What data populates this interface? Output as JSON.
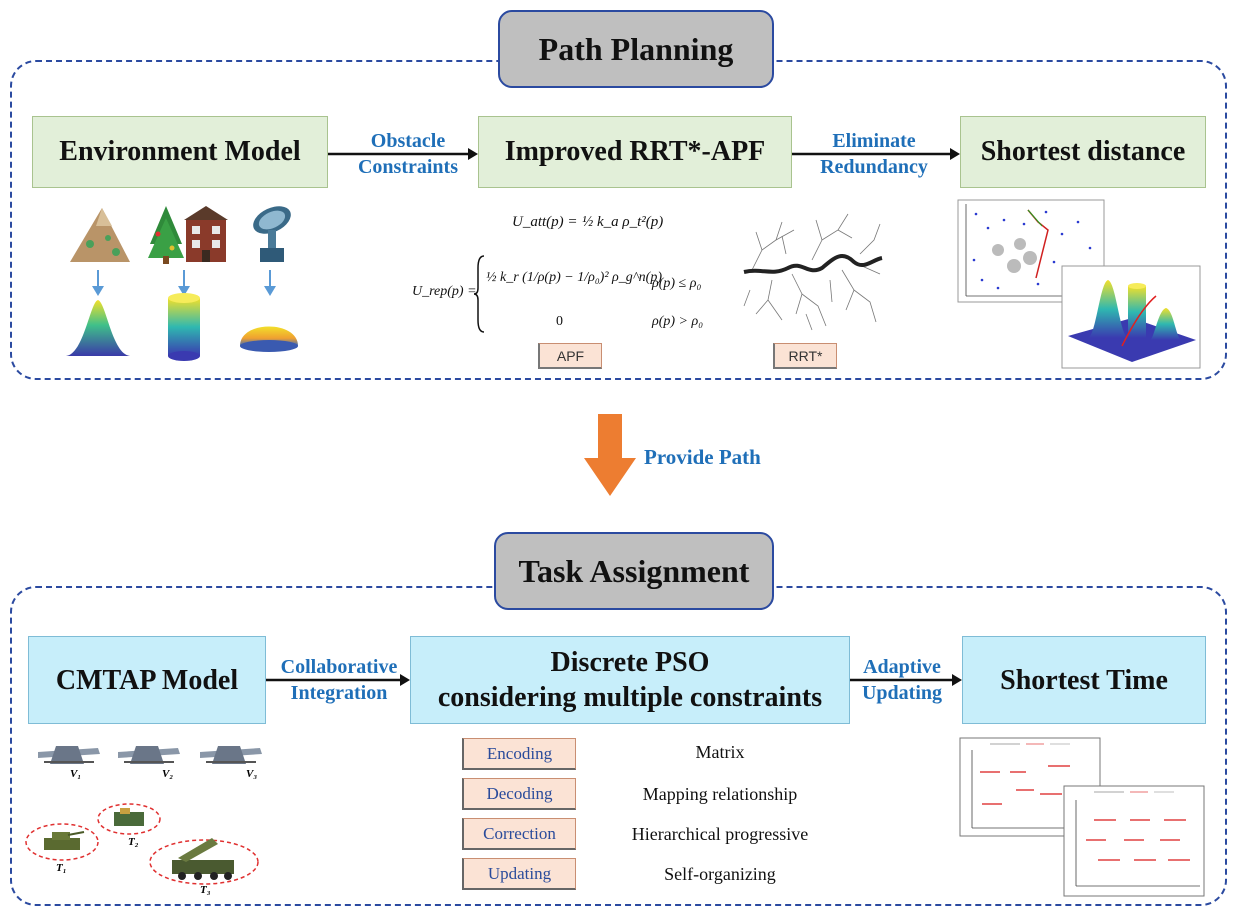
{
  "path_planning": {
    "title": "Path Planning",
    "boxes": {
      "environment": "Environment Model",
      "rrt_apf": "Improved RRT*-APF",
      "shortest_distance": "Shortest distance"
    },
    "arrows": {
      "obstacle": "Obstacle\nConstraints",
      "eliminate": "Eliminate\nRedundancy"
    },
    "tags": {
      "apf": "APF",
      "rrt": "RRT*"
    },
    "equations": {
      "att_lhs": "U_att(p) = ",
      "att_rhs": "½ k_a ρ_t²(p)",
      "rep_lhs": "U_rep(p) = ",
      "rep_case1": "½ k_r (1/ρ(p) − 1/ρ₀)² ρ_g^n(p)",
      "rep_cond1": "ρ(p) ≤ ρ₀",
      "rep_case2": "0",
      "rep_cond2": "ρ(p) > ρ₀"
    }
  },
  "middle": {
    "provide_path": "Provide Path"
  },
  "task_assignment": {
    "title": "Task Assignment",
    "boxes": {
      "cmtap": "CMTAP Model",
      "pso_line1": "Discrete PSO",
      "pso_line2": "considering multiple constraints",
      "shortest_time": "Shortest Time"
    },
    "arrows": {
      "collaborative": "Collaborative\nIntegration",
      "adaptive": "Adaptive\nUpdating"
    },
    "steps": [
      {
        "label": "Encoding",
        "desc": "Matrix"
      },
      {
        "label": "Decoding",
        "desc": "Mapping relationship"
      },
      {
        "label": "Correction",
        "desc": "Hierarchical progressive"
      },
      {
        "label": "Updating",
        "desc": "Self-organizing"
      }
    ],
    "uav_labels": [
      "V₁",
      "V₂",
      "V₃"
    ],
    "target_labels": [
      "T₁",
      "T₂",
      "T₃"
    ]
  },
  "colors": {
    "panel_border": "#2b4aa0",
    "title_fill": "#bfbfbf",
    "green_fill": "#e2efd9",
    "blue_fill": "#c7eefa",
    "label_blue": "#1f6fb8",
    "big_arrow": "#ed7d31"
  }
}
